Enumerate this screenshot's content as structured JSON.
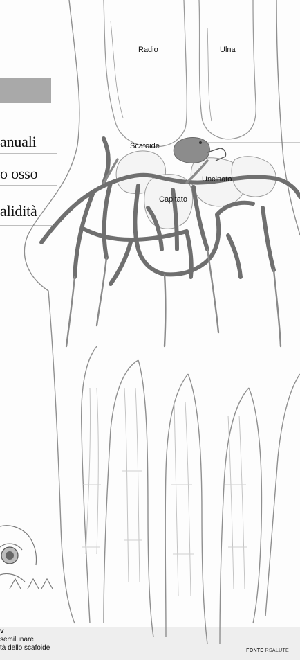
{
  "labels": {
    "radio": "Radio",
    "ulna": "Ulna",
    "scafoide": "Scafoide",
    "uncinato": "Uncinato",
    "capitato": "Capitato"
  },
  "left_text": {
    "line1": "anuali",
    "line2": "o osso",
    "line3": "alidità"
  },
  "caption": {
    "line1": "v",
    "line2": "semilunare",
    "line3": "tà dello scafoide"
  },
  "source": {
    "brand": "FONTE",
    "name": "RSALUTE"
  },
  "colors": {
    "highlight_box": "#a9a9a9",
    "vessel": "#6f6f6f",
    "bone_outline": "#9a9a9a",
    "scaphoid_fill": "#8c8c8c"
  }
}
